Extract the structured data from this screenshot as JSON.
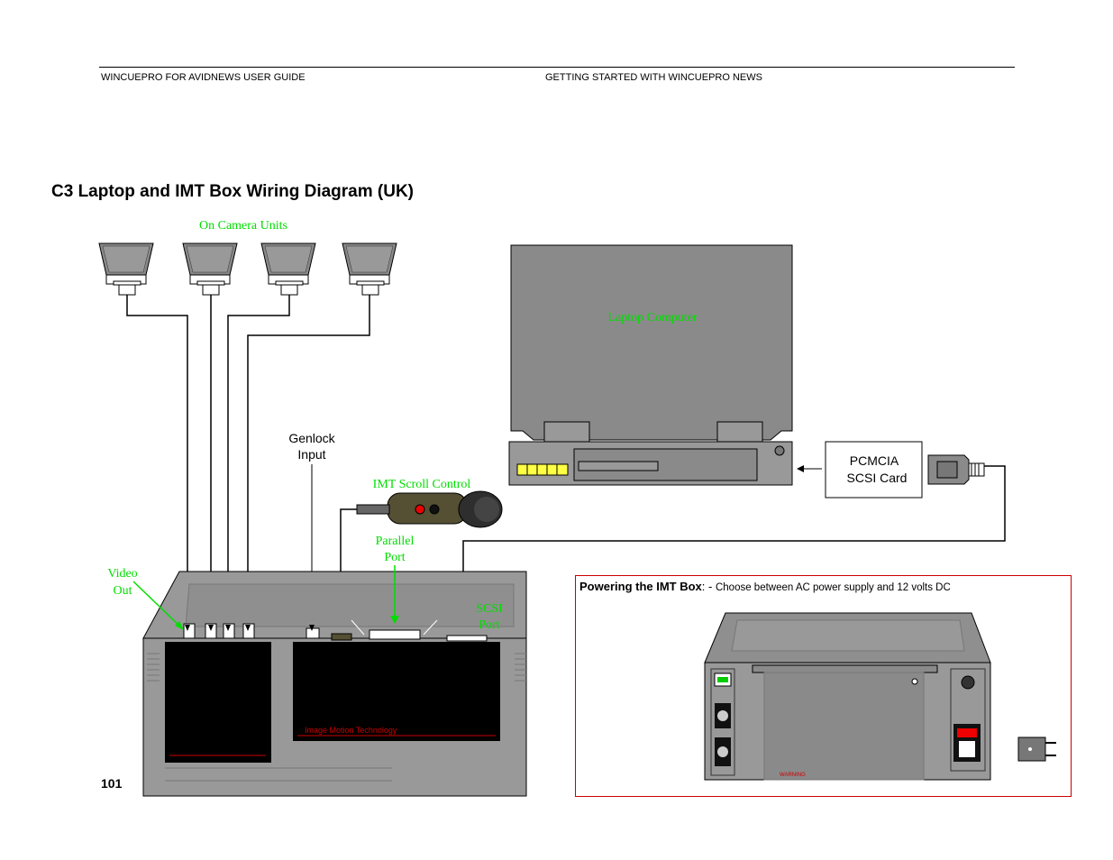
{
  "header": {
    "left": "WINCUEPRO FOR AVIDNEWS USER GUIDE",
    "right": "GETTING STARTED WITH WINCUEPRO NEWS"
  },
  "title": "C3 Laptop and IMT Box Wiring Diagram (UK)",
  "labels": {
    "on_camera_units": "On Camera Units",
    "laptop_computer": "Laptop Computer",
    "genlock_line1": "Genlock",
    "genlock_line2": "Input",
    "imt_scroll_control": "IMT Scroll Control",
    "parallel_line1": "Parallel",
    "parallel_line2": "Port",
    "video_line1": "Video",
    "video_line2": "Out",
    "scsi_line1": "SCSI",
    "scsi_line2": "Port",
    "pcmcia_line1": "PCMCIA",
    "pcmcia_line2": "SCSI Card",
    "imt_brand": "Image Motion Technology",
    "warning": "WARNING"
  },
  "power": {
    "heading": "Powering the IMT Box",
    "separator": ": - ",
    "description": "Choose between AC power supply and 12 volts DC"
  },
  "page_number": "101",
  "colors": {
    "annotation": "#00dd00",
    "device_gray": "#8a8a8a",
    "box_red": "#cc0000"
  }
}
